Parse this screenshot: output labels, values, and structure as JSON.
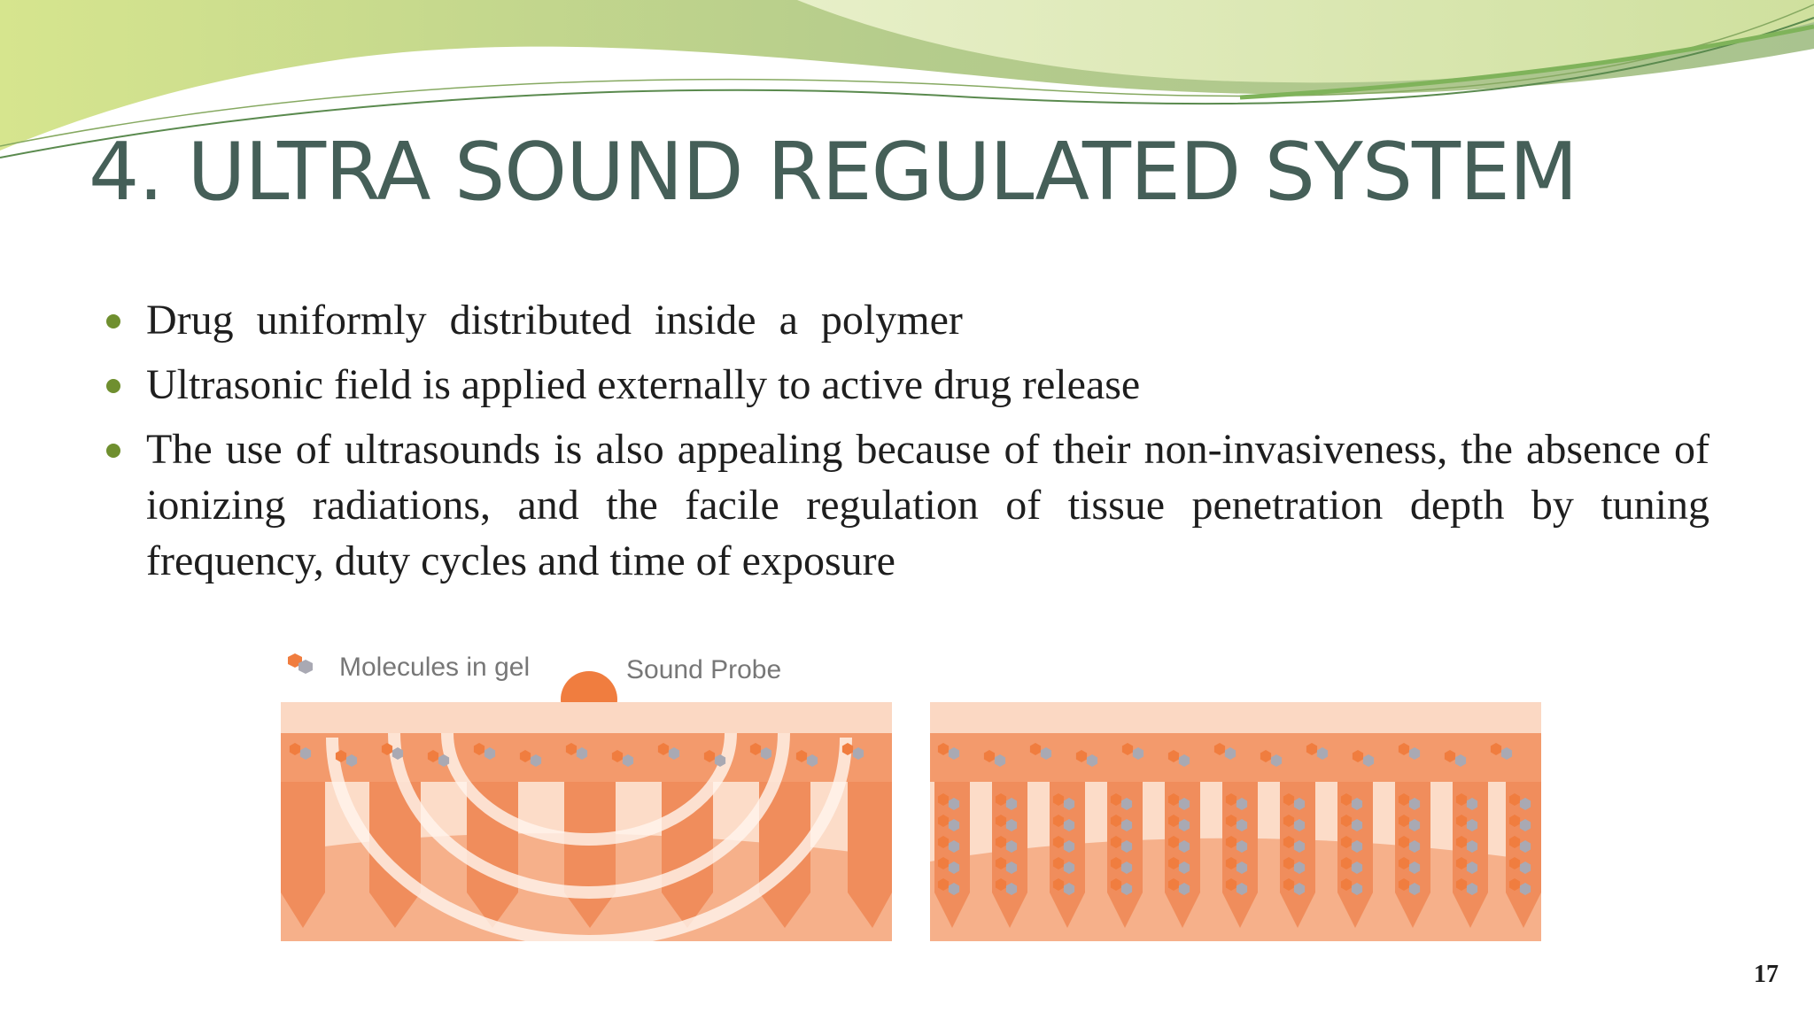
{
  "slide": {
    "title": "4. ULTRA SOUND REGULATED SYSTEM",
    "bullets": [
      "Drug uniformly distributed inside a polymer",
      "Ultrasonic field is applied externally to active drug release",
      "The use of ultrasounds is also appealing because of their non-invasiveness, the absence of ionizing radiations, and the facile regulation of tissue penetration depth by tuning frequency, duty cycles and time of exposure"
    ],
    "page_number": "17"
  },
  "illustration": {
    "legend_label": "Molecules in gel",
    "probe_label": "Sound Probe"
  },
  "colors": {
    "title": "#455f58",
    "bullet": "#6f8f2f",
    "banner_green": "#c9db95",
    "tissue_orange": "#f08d5c",
    "tissue_pale": "#fbd8c3",
    "molecule_orange": "#f07d3f",
    "molecule_grey": "#a9a9b3"
  }
}
